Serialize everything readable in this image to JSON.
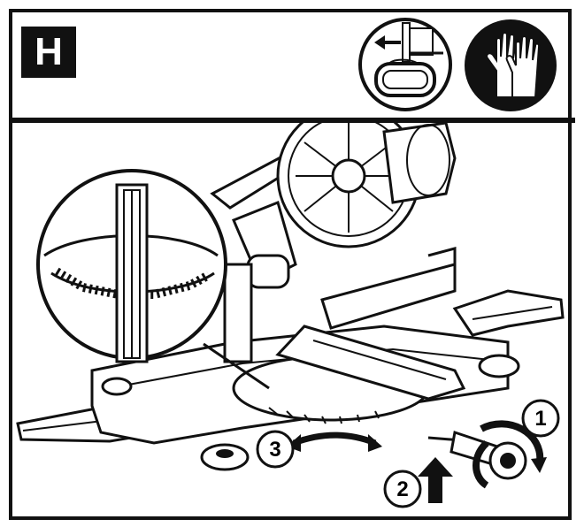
{
  "step": {
    "letter": "H"
  },
  "icons": {
    "remove-icon": "pull-out-arrow-icon",
    "gloves-icon": "wear-gloves-icon"
  },
  "callouts": [
    {
      "number": "1"
    },
    {
      "number": "2"
    },
    {
      "number": "3"
    }
  ],
  "colors": {
    "ink": "#111111",
    "paper": "#ffffff",
    "shade": "#d8d8d8"
  }
}
